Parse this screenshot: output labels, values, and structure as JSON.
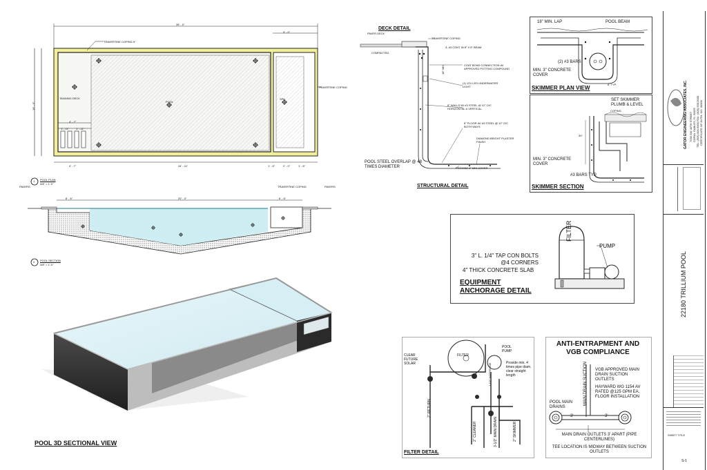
{
  "pool_plan": {
    "dims_top": [
      "35' - 0\"",
      "5' - 0\""
    ],
    "dims_bottom": [
      "4' - 7\"",
      "24' - 11\"",
      "1' - 6\"",
      "2' - 0\"",
      "1' - 6\""
    ],
    "dim_left": "16' - 0\"",
    "dim_inner": "4' - 7\"",
    "coping_label": "TRAVERTINE COPING 6\"",
    "coping_label_right": "TRAVERTINE COPING",
    "tanning_deck": "TANNING DECK",
    "pool_label": "POOL",
    "spa_label": "SPA",
    "dim_small": [
      "1' - 11\"",
      "1' - 11\""
    ],
    "title": "POOL PLAN",
    "scale": "3/8\" = 1'-0\"",
    "marker_num": "1"
  },
  "pool_section": {
    "pavers_left": "PAVERS",
    "pavers_right": "PAVERS",
    "coping": "TRAVERTINE COPING",
    "dims": [
      "8' - 6\"",
      "20' - 0\"",
      "6' - 6\""
    ],
    "title": "POOL SECTION",
    "scale": "3/8\" = 1'-0\"",
    "marker_num": "2"
  },
  "pool_3d": {
    "title": "POOL 3D SECTIONAL VIEW"
  },
  "deck_detail": {
    "title": "DECK DETAIL",
    "labels": [
      "PAVER DECK",
      "TRAVERTINE COPING",
      "3- #3 CONT IN 8\" X 8\" BEAM",
      "COAT BOND CONNECTION W/ APPROVED POTTING COMPOUND",
      "(1) 12V LED UNDERWATER LIGHT",
      "8\" WALLS W/ #3 STEEL @ 12\" O/C HORIZONTAL & VERTICAL",
      "8\" FLOOR W/ #3 STEEL @ 12\" O/C BOTH WAYS",
      "DIAMOND BRIGHT PLASTER FINISH",
      "POOL STEEL OVERLAP @ 48 TIMES DIAMETER",
      "PROVIDE 3\" MIN COVER"
    ],
    "min_label": "18\" MIN",
    "compact_label": "COMPACTED",
    "title2": "STRUCTURAL DETAIL"
  },
  "skimmer_plan": {
    "labels": [
      "18\" MIN. LAP",
      "POOL BEAM",
      "(2) #3 BARS",
      "MIN. 3\" CONCRETE COVER",
      "6\" TYP."
    ],
    "title": "SKIMMER PLAN VIEW"
  },
  "skimmer_section": {
    "labels": [
      "SET SKIMMER PLUMB & LEVEL",
      "COPING",
      "30\"",
      "MIN. 3\" CONCRETE COVER",
      "#3 BARS TYP."
    ],
    "title": "SKIMMER SECTION"
  },
  "equipment": {
    "labels": [
      "3\" L. 1/4\" TAP CON BOLTS @4 CORNERS",
      "4\" THICK CONCRETE SLAB",
      "PUMP",
      "FILTER"
    ],
    "title": "EQUIPMENT ANCHORAGE DETAIL"
  },
  "filter_detail": {
    "labels": [
      "CLEAR FUTURE SOLAR",
      "FILTER",
      "POOL PUMP",
      "Provide min. 4 times pipe diam. clear straight length",
      "2\" RETURN",
      "2\" CLEANER",
      "3-1/2\" MAIN DRAIN",
      "2\" SKIMMER",
      "1-1/2\" WATERLINE"
    ],
    "title": "FILTER DETAIL"
  },
  "anti_entrapment": {
    "title": "ANTI-ENTRAPMENT AND VGB COMPLIANCE",
    "labels": [
      "MAIN DRAIN SUCTION",
      "VGB APPROVED MAIN DRAIN SUCTION OUTLETS",
      "HAYWARD WG 1154 AV RATED @125 GPM EA. FLOOR INSTALLATION",
      "POOL MAIN DRAINS",
      "3'",
      "3'",
      "MAIN DRAIN OUTLETS 3' APART (PIPE CENTERLINES)",
      "TEE LOCATION IS MIDWAY BETWEEN SUCTION OUTLETS"
    ]
  },
  "title_block": {
    "company": "GATOR ENGINEERING ASSOCIATES, INC.",
    "company_lines": [
      "7030 SW 44TH STREET",
      "CORAL GABLES, FL 33155",
      "TEL: (305) 000-0000 FAX: (305) 000-0000",
      "CERTIFICATE OF AUTH. NO. 00000"
    ],
    "project": "22180 TRILLIUM POOL",
    "sheet": "SHEET TITLE",
    "sheet_no": "S-1"
  },
  "colors": {
    "water": "#cfeef3",
    "wall": "#2b2b2b",
    "coping": "#f2ee9a",
    "paper": "#ffffff"
  }
}
